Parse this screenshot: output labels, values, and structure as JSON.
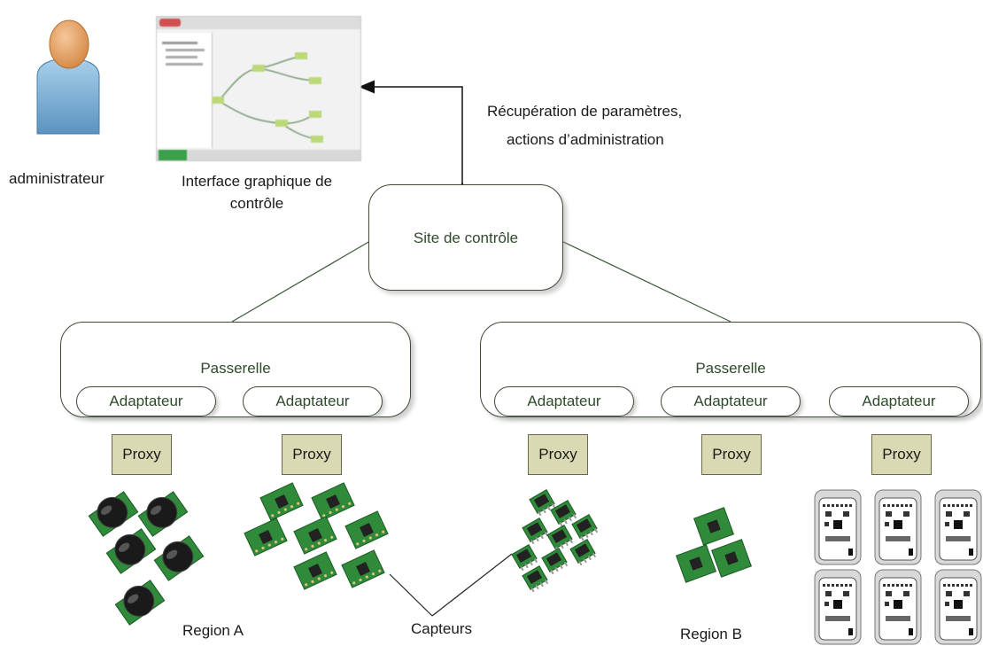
{
  "admin": {
    "label": "administrateur"
  },
  "gui": {
    "label_line1": "Interface graphique de",
    "label_line2": "contrôle"
  },
  "edge_label": {
    "line1": "Récupération de paramètres,",
    "line2": "actions d’administration"
  },
  "control_site": {
    "label": "Site de contrôle"
  },
  "gateways": [
    {
      "label": "Passerelle",
      "adapters": [
        "Adaptateur",
        "Adaptateur"
      ]
    },
    {
      "label": "Passerelle",
      "adapters": [
        "Adaptateur",
        "Adaptateur",
        "Adaptateur"
      ]
    }
  ],
  "proxies": [
    "Proxy",
    "Proxy",
    "Proxy",
    "Proxy",
    "Proxy"
  ],
  "regions": {
    "a": "Region A",
    "b": "Region B"
  },
  "sensors_label": "Capteurs",
  "colors": {
    "outline": "#3d4a37",
    "proxy_fill": "#d9d9b4",
    "board_green": "#2f8a3a",
    "admin_skin": "#e7a56e",
    "admin_shirt": "#7fb3d6"
  }
}
